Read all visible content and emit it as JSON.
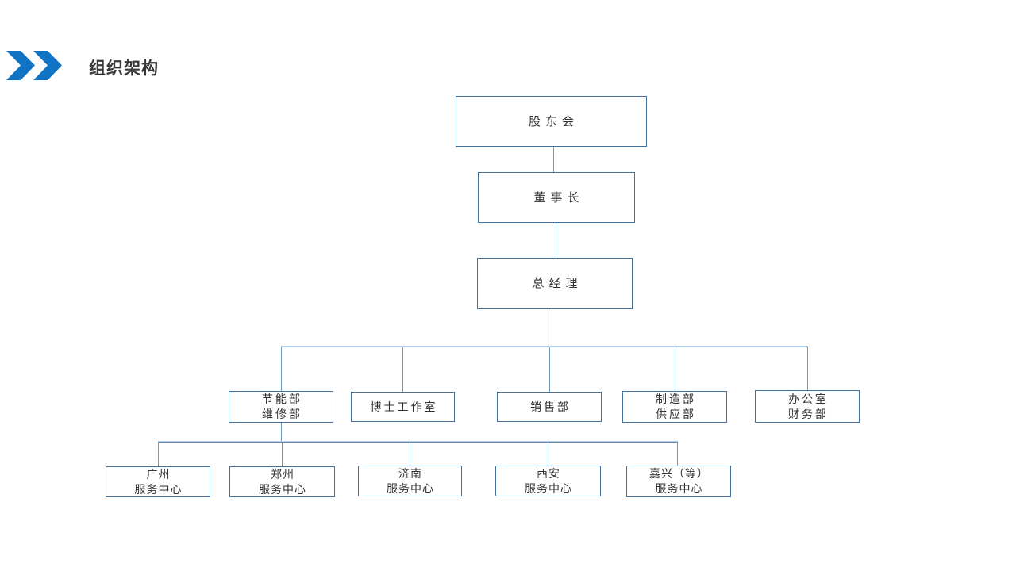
{
  "slide": {
    "title": "组织架构",
    "background_color": "#ffffff",
    "accent_color": "#1173c4",
    "title_color": "#3b3838",
    "box_border_color": "#41719c",
    "connector_color": "#6f97c3",
    "chevron_icons": [
      "fast-forward-chevron",
      "fast-forward-chevron"
    ]
  },
  "org_chart": {
    "nodes": [
      {
        "id": "shareholders",
        "level": 1,
        "lines": [
          "股东会"
        ]
      },
      {
        "id": "chairman",
        "level": 2,
        "lines": [
          "董事长"
        ]
      },
      {
        "id": "general-manager",
        "level": 3,
        "lines": [
          "总经理"
        ]
      },
      {
        "id": "energy-maintenance",
        "level": 4,
        "lines": [
          "节能部",
          "维修部"
        ]
      },
      {
        "id": "doctor-studio",
        "level": 4,
        "lines": [
          "博士工作室"
        ]
      },
      {
        "id": "sales-dept",
        "level": 4,
        "lines": [
          "销售部"
        ]
      },
      {
        "id": "manufacturing-supply",
        "level": 4,
        "lines": [
          "制造部",
          "供应部"
        ]
      },
      {
        "id": "office-finance",
        "level": 4,
        "lines": [
          "办公室",
          "财务部"
        ]
      },
      {
        "id": "guangzhou-center",
        "level": 5,
        "lines": [
          "广州",
          "服务中心"
        ]
      },
      {
        "id": "zhengzhou-center",
        "level": 5,
        "lines": [
          "郑州",
          "服务中心"
        ]
      },
      {
        "id": "jinan-center",
        "level": 5,
        "lines": [
          "济南",
          "服务中心"
        ]
      },
      {
        "id": "xian-center",
        "level": 5,
        "lines": [
          "西安",
          "服务中心"
        ]
      },
      {
        "id": "jiaxing-center",
        "level": 5,
        "lines": [
          "嘉兴（等）",
          "服务中心"
        ]
      }
    ]
  }
}
